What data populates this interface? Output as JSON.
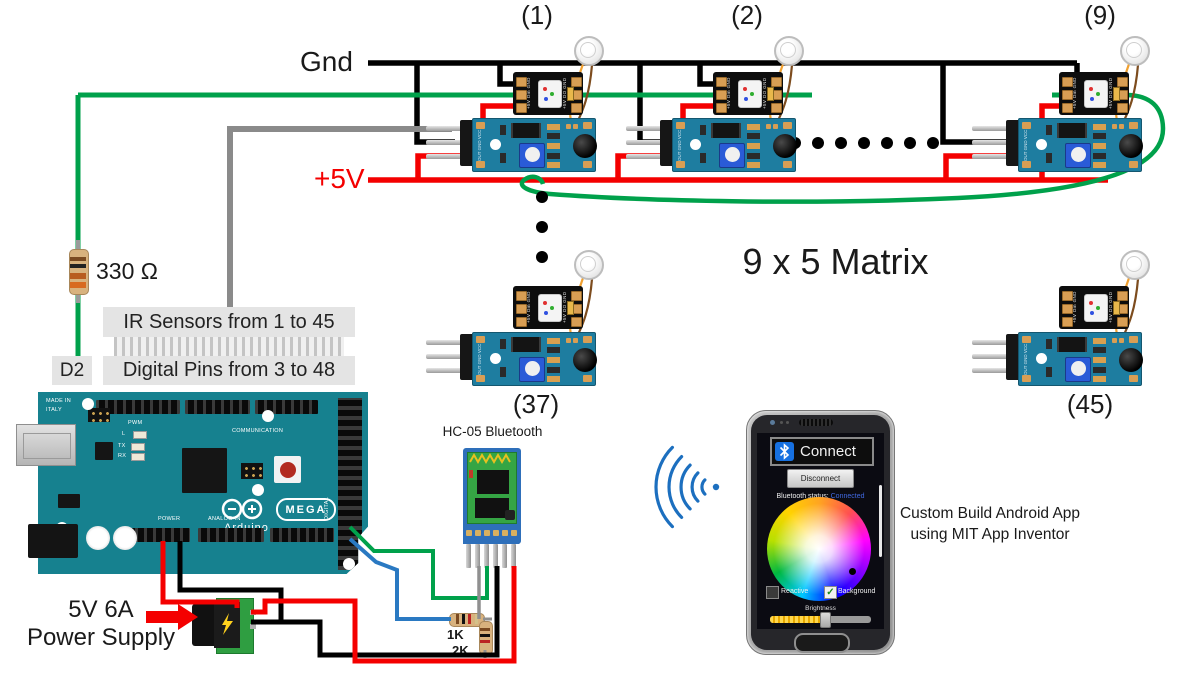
{
  "diagram": {
    "gnd_label": "Gnd",
    "plus5v_label": "+5V",
    "module_numbers": [
      "(1)",
      "(2)",
      "(9)",
      "(37)",
      "(45)"
    ],
    "matrix_label": "9 x 5 Matrix",
    "resistor_330_label": "330 Ω",
    "d2_label": "D2",
    "ir_sensors_box": "IR Sensors from 1 to 45",
    "digital_pins_box": "Digital Pins from 3 to 48",
    "power_supply_line1": "5V 6A",
    "power_supply_line2": "Power Supply",
    "hc05_label": "HC-05 Bluetooth",
    "resistor_1k_label": "1K",
    "resistor_2k_label": "2K",
    "app_caption_line1": "Custom Build Android App",
    "app_caption_line2": "using MIT App Inventor"
  },
  "led_module": {
    "left_pins": "+5V Din GND",
    "right_pins": "+5V DO GND"
  },
  "sensor_module": {
    "pin_labels": "OUT GND VCC"
  },
  "arduino": {
    "made_in_line1": "MADE IN",
    "made_in_line2": "ITALY",
    "mega": "MEGA",
    "brand": "Arduino",
    "communication": "COMMUNICATION",
    "pwm": "PWM",
    "l": "L",
    "tx": "TX",
    "rx": "RX",
    "power": "POWER",
    "analog_in": "ANALOG IN",
    "digital": "DIGITAL"
  },
  "phone": {
    "app_title": "Connect",
    "disconnect_button": "Disconnect",
    "status_prefix": "Bluetooth status:",
    "status_value": "Connected",
    "reactive_label": "Reactive",
    "background_label": "Background",
    "background_check_glyph": "✓",
    "brightness_label": "Brightness",
    "brightness_percent": 55
  },
  "colors": {
    "wire_green": "#00a14b",
    "wire_red": "#f40000",
    "wire_black": "#000000",
    "wire_gray": "#8a8a8a",
    "wire_blue": "#2a79c2",
    "arduino_teal": "#16818f",
    "sensor_blue": "#1e7da0",
    "status_blue": "#4169e1",
    "bluetooth_blue": "#1c6fbf",
    "slider_yellow": "#f2b705"
  }
}
